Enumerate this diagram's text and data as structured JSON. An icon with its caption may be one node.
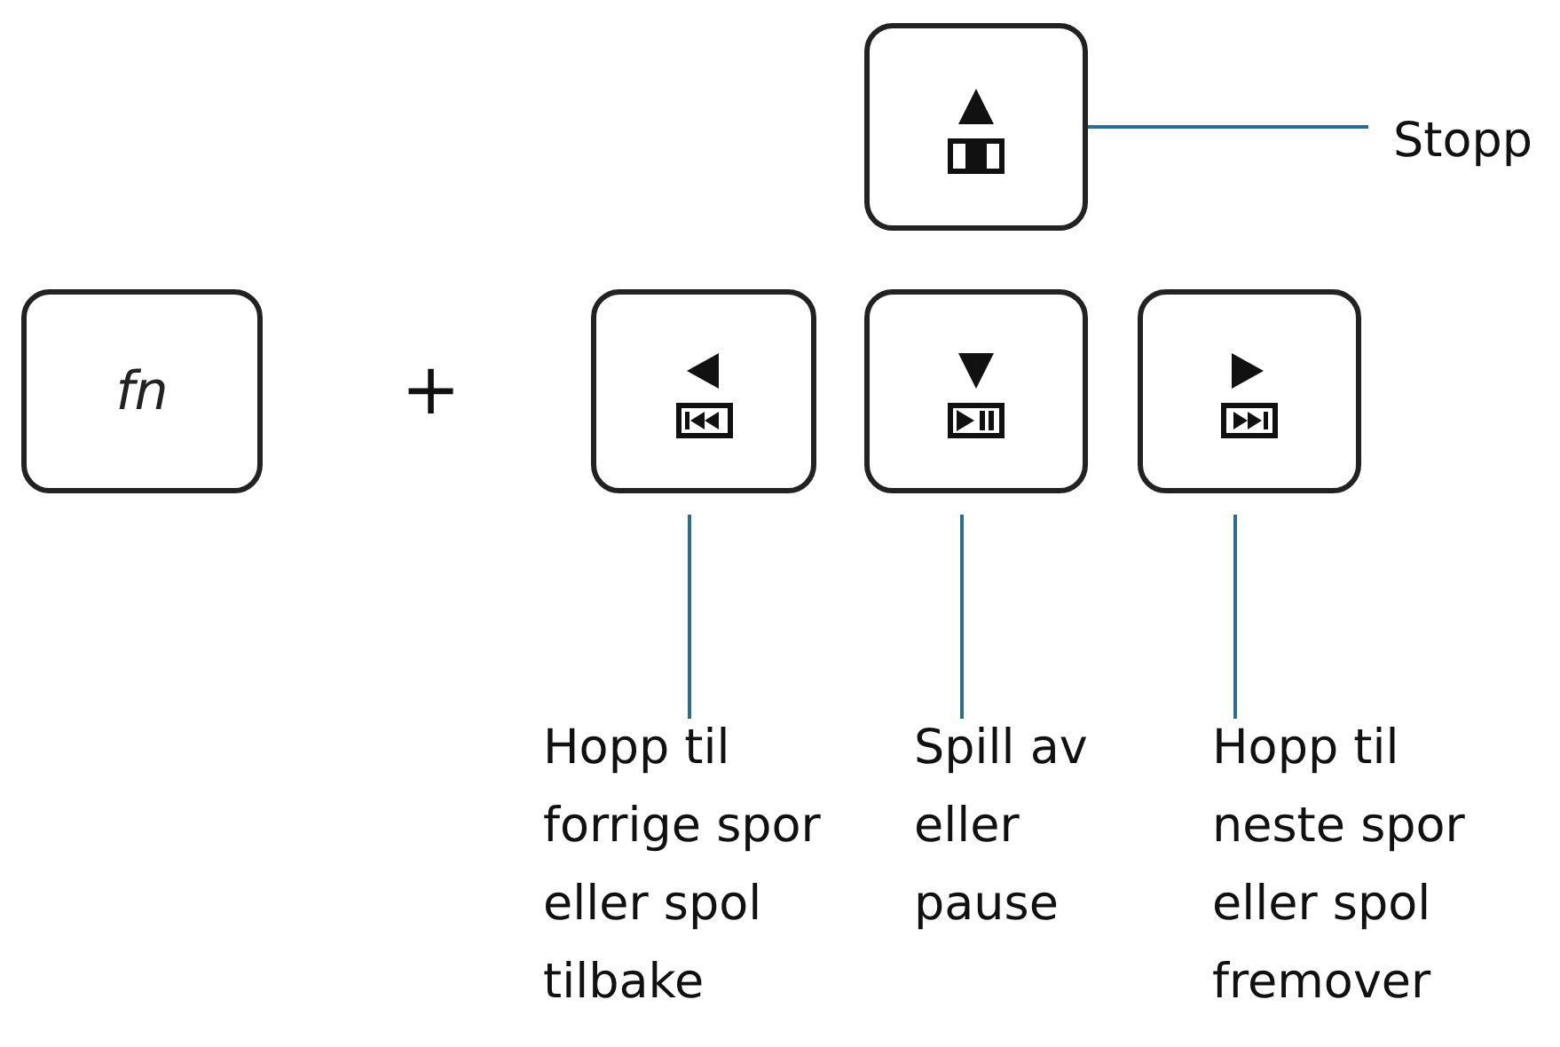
{
  "diagram": {
    "nodes": [
      {
        "text": [],
        "shape": "box"
      },
      {
        "text": [
          "Stopp"
        ]
      },
      {
        "text": [
          "fn"
        ]
      },
      {
        "text": [],
        "shape": "box"
      },
      {
        "text": [],
        "shape": "box"
      },
      {
        "text": [],
        "shape": "box"
      },
      {
        "text": [
          "Hopp til forrige spor eller spol tilbake"
        ]
      },
      {
        "text": [
          "Spill av eller pause"
        ]
      },
      {
        "text": [
          "Hopp til neste spor eller spol fremover"
        ]
      }
    ],
    "edges": [
      {
        "from": 0,
        "to": 1,
        "arrow": "none"
      },
      {
        "from": 3,
        "to": 6,
        "arrow": "none"
      },
      {
        "from": 4,
        "to": 7,
        "arrow": "none"
      },
      {
        "from": 5,
        "to": 8,
        "arrow": "none"
      }
    ],
    "labels": [
      "+"
    ]
  }
}
